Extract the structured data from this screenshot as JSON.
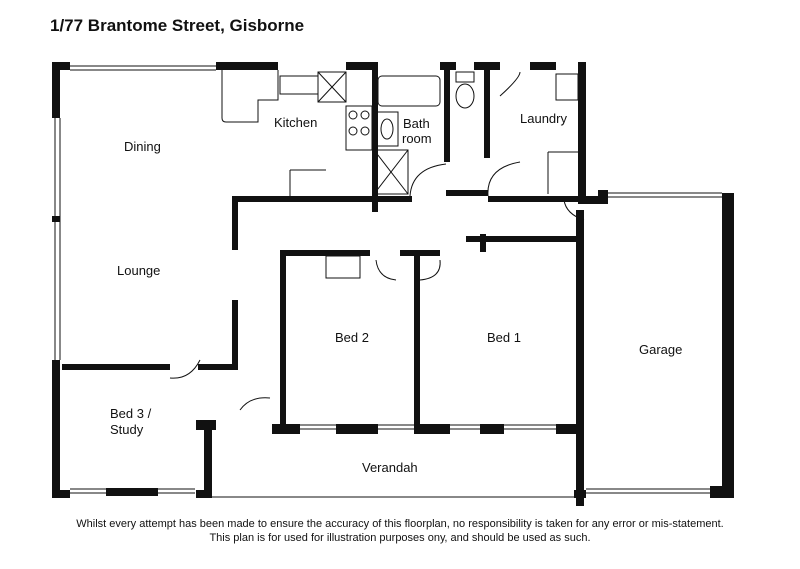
{
  "title": "1/77 Brantome Street, Gisborne",
  "rooms": {
    "dining": "Dining",
    "kitchen": "Kitchen",
    "bath_line1": "Bath",
    "bath_line2": "room",
    "laundry": "Laundry",
    "lounge": "Lounge",
    "bed2": "Bed 2",
    "bed1": "Bed 1",
    "garage": "Garage",
    "bed3_line1": "Bed 3 /",
    "bed3_line2": "Study",
    "verandah": "Verandah"
  },
  "disclaimer": {
    "line1": "Whilst every attempt has been made to ensure the accuracy of this floorplan, no responsibility is taken for any error or mis-statement.",
    "line2": "This plan is for used for illustration purposes onу, and should be used as such."
  }
}
